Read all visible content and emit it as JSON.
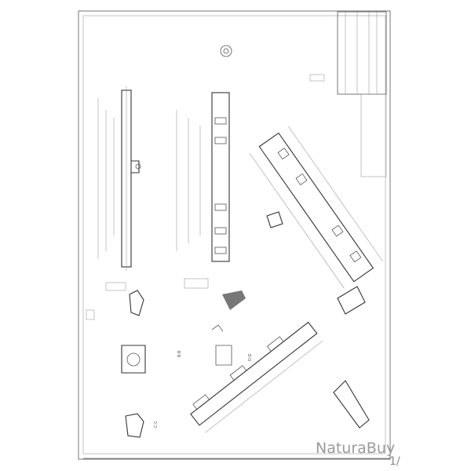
{
  "watermark": "NaturaBuy",
  "page_marker": "1/",
  "section_labels": [
    "B-B",
    "C-C",
    "D-D"
  ],
  "colors": {
    "ink": "#555555",
    "paper": "#ffffff",
    "watermark": "#9a9a9a"
  }
}
